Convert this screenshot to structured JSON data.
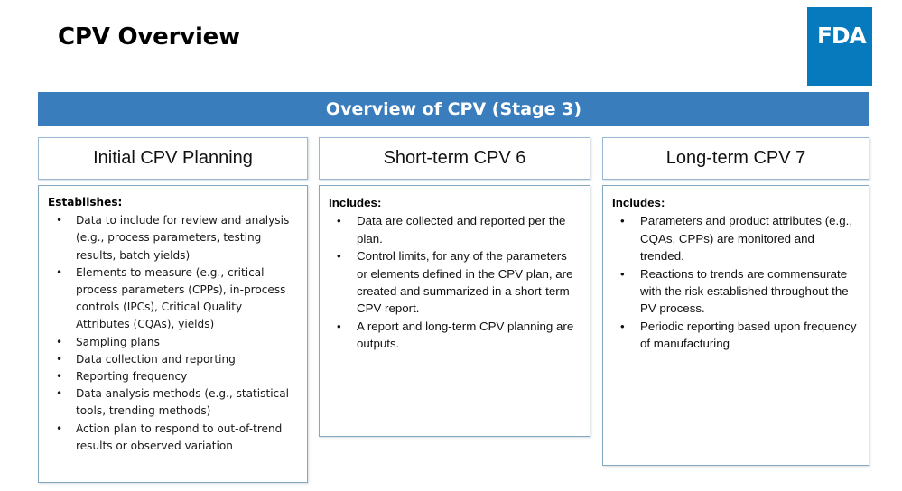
{
  "slide": {
    "title": "CPV Overview",
    "accent_blue": "#3a7dbd",
    "logo_blue": "#0779bd",
    "box_border": "#84a8c0",
    "header_border": "#9ab8d4"
  },
  "logo": {
    "name": "fda-logo",
    "text": "FDA"
  },
  "banner": {
    "label": "Overview of CPV (Stage 3)"
  },
  "columns": [
    {
      "header": "Initial CPV Planning",
      "heading": "Establishes:",
      "bullets": [
        "Data to include for review and analysis (e.g., process parameters, testing results, batch yields)",
        "Elements to measure (e.g., critical process parameters (CPPs), in-process controls (IPCs), Critical Quality Attributes (CQAs), yields)",
        "Sampling plans",
        "Data collection and reporting",
        "Reporting frequency",
        "Data analysis methods (e.g., statistical tools, trending methods)",
        "Action plan to respond to out-of-trend results or observed variation"
      ]
    },
    {
      "header": "Short-term CPV 6",
      "heading": "Includes:",
      "bullets": [
        "Data are collected and reported per the plan.",
        "Control limits, for any of the parameters or elements defined in the CPV plan, are created and summarized in a short-term CPV report.",
        "A report and long-term CPV planning are outputs."
      ]
    },
    {
      "header": "Long-term CPV 7",
      "heading": "Includes:",
      "bullets": [
        "Parameters and product attributes (e.g., CQAs, CPPs) are monitored and trended.",
        "Reactions to trends are commensurate with the risk established throughout the PV process.",
        "Periodic reporting based upon frequency of manufacturing"
      ]
    }
  ],
  "bottom_clip": ""
}
